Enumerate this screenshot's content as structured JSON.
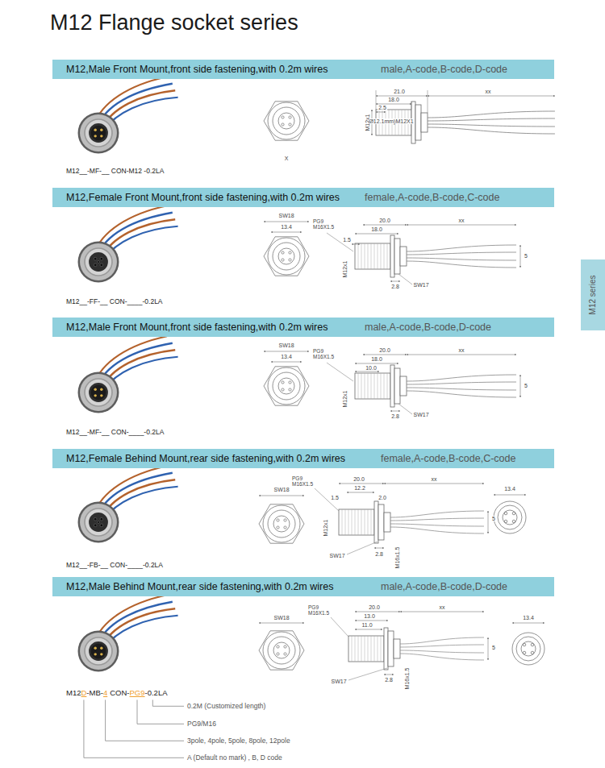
{
  "diagram": {
    "title": "M12 Flange socket series",
    "nodes": [
      {
        "text": [
          "M12,Male Front Mount,front side fastening,with 0.2m wires",
          "male,A-code,B-code,D-code"
        ]
      },
      {
        "text": [
          "M12,Female Front Mount,front side fastening,with 0.2m wires",
          "female,A-code,B-code,C-code"
        ]
      },
      {
        "text": [
          "M12,Male Front Mount,front side fastening,with 0.2m wires",
          "male,A-code,B-code,D-code"
        ]
      },
      {
        "text": [
          "M12,Female Behind Mount,rear side fastening,with 0.2m wires",
          "female,A-code,B-code,C-code"
        ]
      },
      {
        "text": [
          "M12,Male Behind Mount,rear side fastening,with 0.2m wires",
          "male,A-code,B-code,D-code"
        ]
      },
      {
        "text": [
          "M12 series"
        ]
      }
    ],
    "labels": [
      "21.0",
      "18.0",
      "2.5",
      "xx",
      "Ø12.1mm)M12X1",
      "M12x1",
      "X",
      "M12__-MF-__ CON-M12 -0.2LA",
      "SW18",
      "13.4",
      "PG9 M16X1.5",
      "20.0",
      "18.0",
      "1.5",
      "xx",
      "5",
      "M12x1",
      "2.8",
      "SW17",
      "M12__-FF-__ CON-____-0.2LA",
      "SW18",
      "13.4",
      "PG9 M16X1.5",
      "20.0",
      "18.0",
      "10.0",
      "xx",
      "5",
      "M12x1",
      "2.8",
      "SW17",
      "M12__-MF-__ CON-____-0.2LA",
      "PG9 M16X1.5",
      "20.0",
      "12.2",
      "1.5",
      "2.0",
      "xx",
      "5",
      "SW18",
      "M12x1",
      "SW17",
      "2.8",
      "M16x1.5",
      "13.4",
      "M12__-FB-__ CON-____-0.2LA",
      "PG9 M16X1.5",
      "20.0",
      "13.0",
      "11.0",
      "xx",
      "5",
      "SW18",
      "SW17",
      "2.8",
      "M16x1.5",
      "13.4",
      "M12",
      "D",
      "-MB-",
      "4",
      "CON-",
      "PG9",
      "-0.2LA",
      "0.2M (Customized length)",
      "PG9/M16",
      "3pole, 4pole, 5pole, 8pole, 12pole",
      "A (Default no mark) , B, D code"
    ]
  }
}
